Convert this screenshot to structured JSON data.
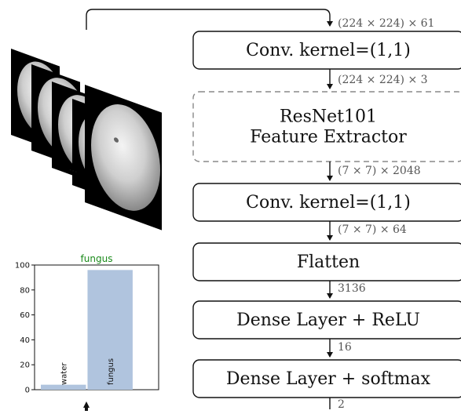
{
  "pipeline": {
    "boxes": [
      {
        "line1": "Conv. kernel=(1,1)",
        "line2": ""
      },
      {
        "line1": "ResNet101",
        "line2": "Feature Extractor"
      },
      {
        "line1": "Conv. kernel=(1,1)",
        "line2": ""
      },
      {
        "line1": "Flatten",
        "line2": ""
      },
      {
        "line1": "Dense Layer + ReLU",
        "line2": ""
      },
      {
        "line1": "Dense Layer + softmax",
        "line2": ""
      }
    ],
    "dims": [
      "(224 × 224) × 61",
      "(224 × 224) × 3",
      "(7 × 7) × 2048",
      "(7 × 7) × 64",
      "3136",
      "16",
      "2"
    ]
  },
  "input_stack": {
    "ellipsis": "..."
  },
  "chart_data": {
    "type": "bar",
    "title": "fungus",
    "categories": [
      "water",
      "fungus"
    ],
    "values": [
      4,
      96
    ],
    "ylim": [
      0,
      100
    ],
    "yticks": [
      0,
      20,
      40,
      60,
      80,
      100
    ],
    "colors": {
      "bars": "#b0c4de",
      "title": "#1a8a1a"
    }
  }
}
